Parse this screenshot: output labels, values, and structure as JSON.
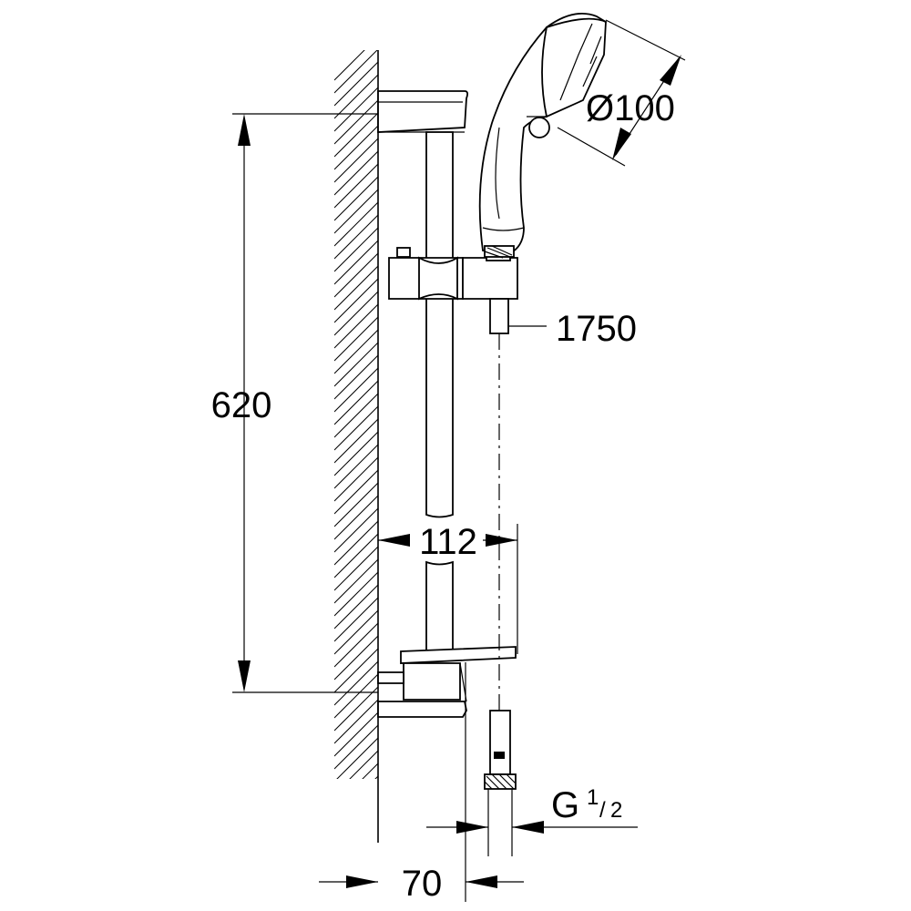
{
  "dimensions": {
    "diameter": "Ø100",
    "hose_length": "1750",
    "rail_height": "620",
    "projection": "112",
    "wall_distance": "70",
    "thread_main": "G",
    "thread_num": "1",
    "thread_den": "2"
  }
}
